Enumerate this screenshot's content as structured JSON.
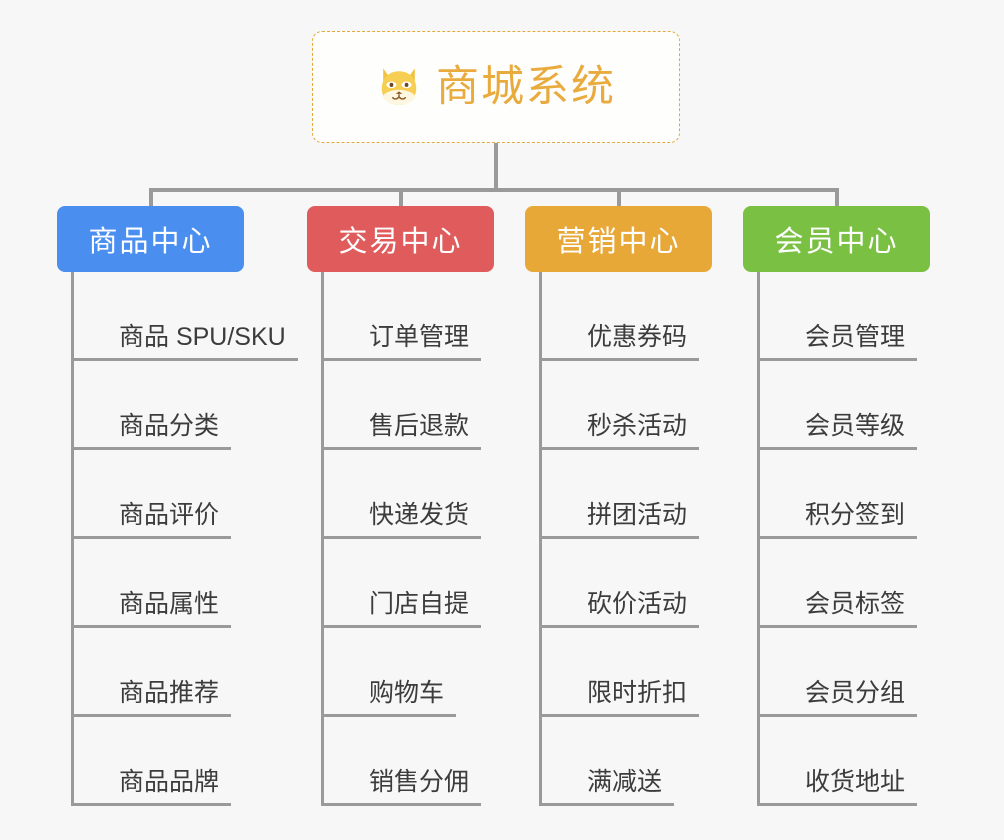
{
  "diagram": {
    "type": "org-chart",
    "background_color": "#F7F7F7",
    "connector_color": "#9A9A9A",
    "root": {
      "title": "商城系统",
      "icon": "shiba-dog-face-icon",
      "text_color": "#E9AB3E",
      "border_color": "#E3A93C",
      "background_color": "#FEFEFD"
    },
    "branches": [
      {
        "label": "商品中心",
        "color": "#4A8EF0",
        "items": [
          "商品 SPU/SKU",
          "商品分类",
          "商品评价",
          "商品属性",
          "商品推荐",
          "商品品牌"
        ]
      },
      {
        "label": "交易中心",
        "color": "#E05C5C",
        "items": [
          "订单管理",
          "售后退款",
          "快递发货",
          "门店自提",
          "购物车",
          "销售分佣"
        ]
      },
      {
        "label": "营销中心",
        "color": "#E8A838",
        "items": [
          "优惠券码",
          "秒杀活动",
          "拼团活动",
          "砍价活动",
          "限时折扣",
          "满减送"
        ]
      },
      {
        "label": "会员中心",
        "color": "#7AC143",
        "items": [
          "会员管理",
          "会员等级",
          "积分签到",
          "会员标签",
          "会员分组",
          "收货地址"
        ]
      }
    ]
  }
}
